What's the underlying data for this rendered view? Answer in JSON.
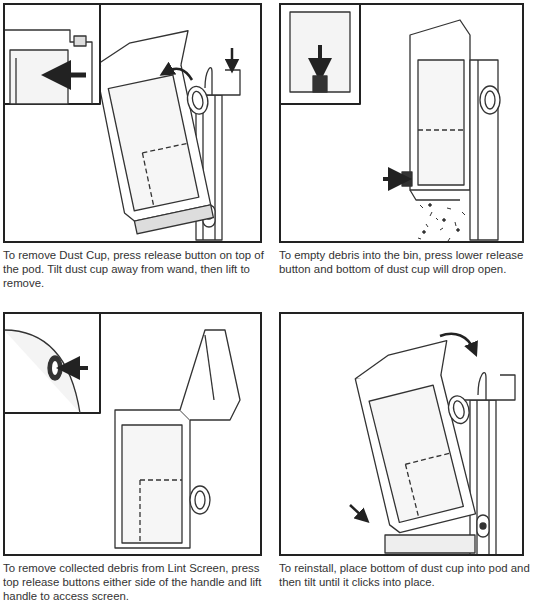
{
  "diagram": {
    "nodes": [
      {
        "text": [
          "To remove Dust Cup, press release button on top of the pod. Tilt dust cup away from wand, then lift to remove."
        ]
      },
      {
        "text": [
          "To empty debris into the bin, press lower release button and bottom of dust cup will drop open."
        ]
      },
      {
        "text": [
          "To remove collected debris from Lint Screen, press top release buttons either side of the handle and lift handle to access screen."
        ]
      },
      {
        "text": [
          "To reinstall, place bottom of dust cup into pod and then tilt until it clicks into place."
        ]
      }
    ]
  }
}
